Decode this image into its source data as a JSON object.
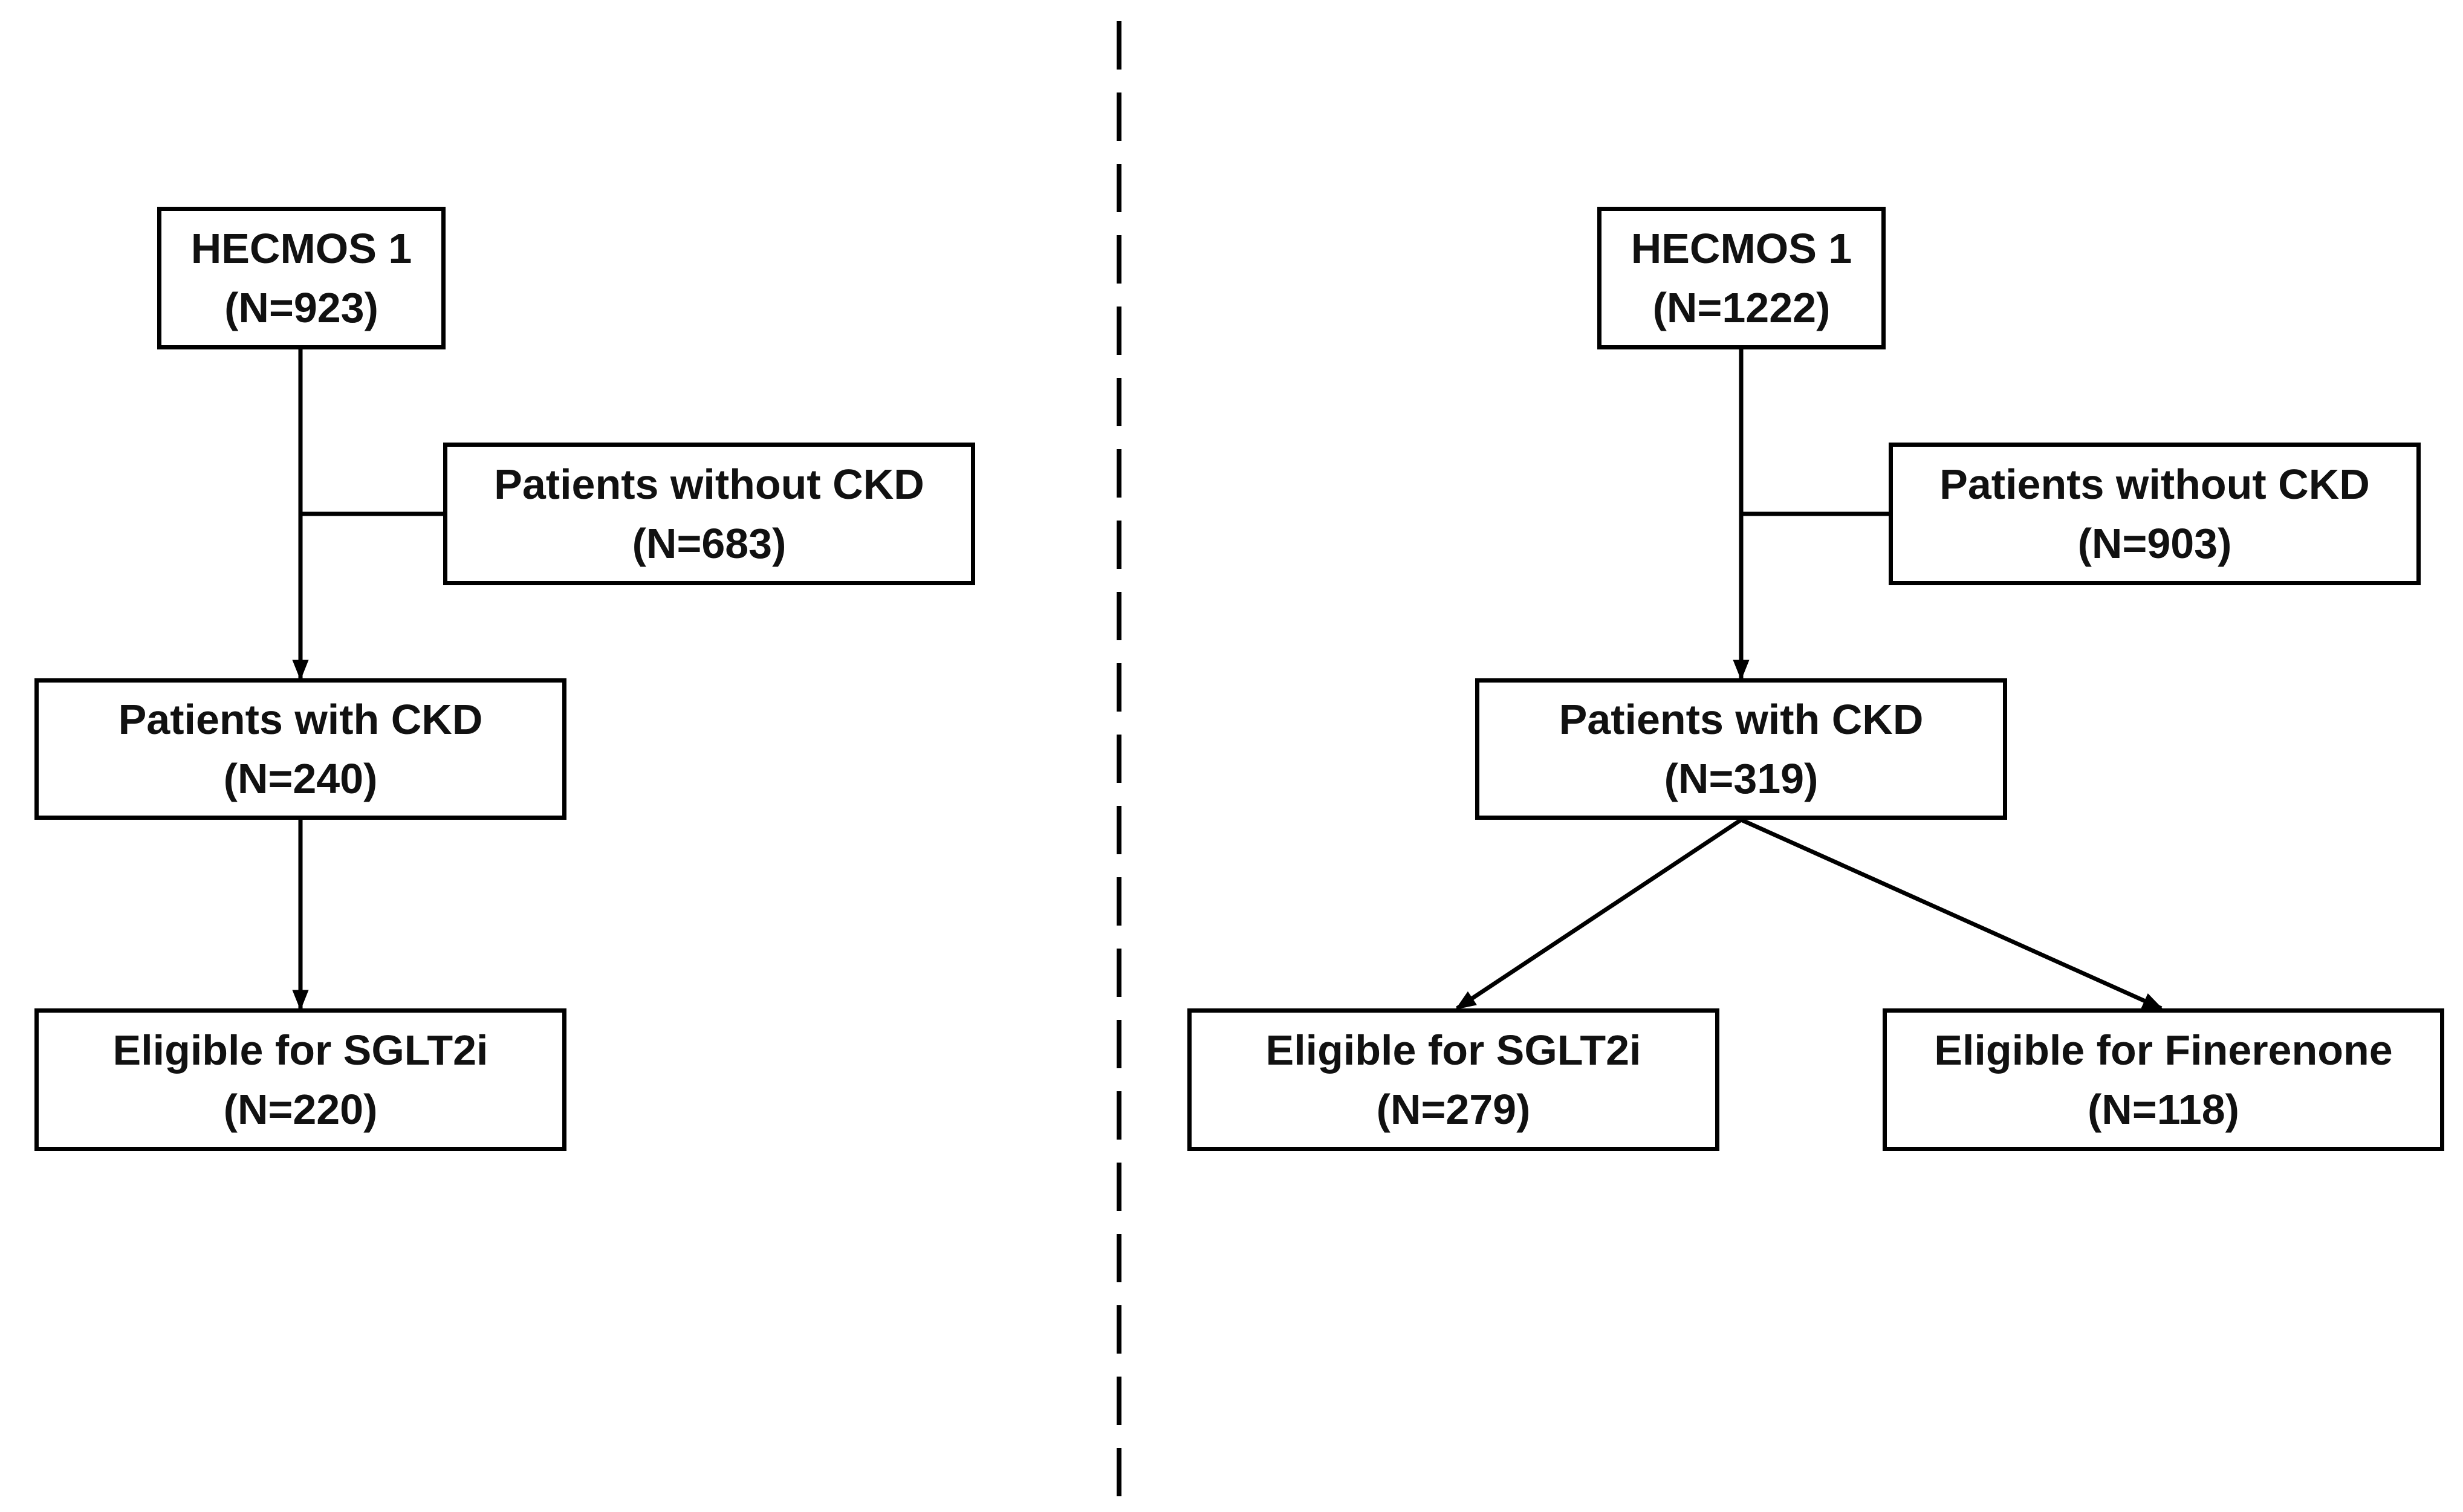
{
  "left": {
    "start": {
      "title": "HECMOS 1",
      "count": "(N=923)"
    },
    "excluded": {
      "title": "Patients without CKD",
      "count": "(N=683)"
    },
    "ckd": {
      "title": "Patients with CKD",
      "count": "(N=240)"
    },
    "sglt2i": {
      "title": "Eligible for SGLT2i",
      "count": "(N=220)"
    }
  },
  "right": {
    "start": {
      "title": "HECMOS 1",
      "count": "(N=1222)"
    },
    "excluded": {
      "title": "Patients without CKD",
      "count": "(N=903)"
    },
    "ckd": {
      "title": "Patients with CKD",
      "count": "(N=319)"
    },
    "sglt2i": {
      "title": "Eligible for SGLT2i",
      "count": "(N=279)"
    },
    "finerenone": {
      "title": "Eligible for Finerenone",
      "count": "(N=118)"
    }
  },
  "colors": {
    "line": "#000000",
    "text": "#111111",
    "background": "#ffffff"
  }
}
